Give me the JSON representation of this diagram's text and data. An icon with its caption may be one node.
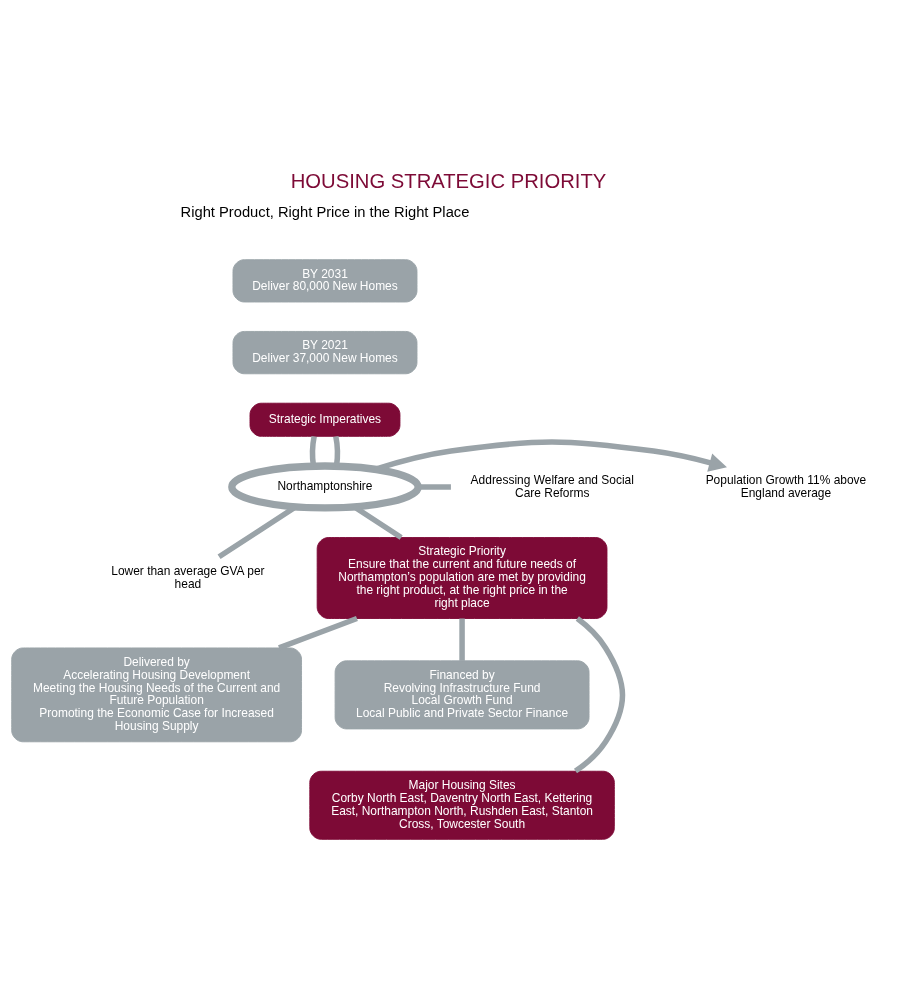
{
  "diagram": {
    "title": "HOUSING STRATEGIC PRIORITY",
    "nodes": [
      {
        "text": [
          "BY 2031",
          "Deliver 80,000 New Homes"
        ]
      },
      {
        "text": [
          "BY 2021",
          "Deliver 37,000 New Homes"
        ]
      },
      {
        "text": [
          "Strategic Imperatives"
        ]
      },
      {
        "text": [
          "Population Growth 11% above England average"
        ]
      },
      {
        "text": [
          "Northamptonshire"
        ]
      },
      {
        "text": [
          "Addressing Welfare and Social Care Reforms"
        ]
      },
      {
        "text": [
          "Lower than average GVA per head"
        ]
      },
      {
        "text": [
          "Strategic Priority",
          "Ensure that the current and future needs of Northampton’s population are met by providing the right product, at the right price in the right place"
        ]
      },
      {
        "text": [
          "Delivered by",
          "Accelerating Housing Development",
          "Meeting the Housing Needs of the Current and Future Population",
          "Promoting the Economic Case for Increased Housing Supply"
        ]
      },
      {
        "text": [
          "Financed by",
          "Revolving Infrastructure Fund",
          "Local Growth Fund",
          "Local Public and Private Sector Finance"
        ]
      },
      {
        "text": [
          "Major Housing Sites",
          "Corby North East, Daventry North East, Kettering East, Northampton North, Rushden East, Stanton Cross, Towcester South"
        ]
      }
    ],
    "edges": [
      {
        "from": 2,
        "to": 4,
        "arrow": "none"
      },
      {
        "from": 2,
        "to": 4,
        "arrow": "none"
      },
      {
        "from": 4,
        "to": 3,
        "arrow": "to"
      },
      {
        "from": 4,
        "to": 5,
        "arrow": "none"
      },
      {
        "from": 4,
        "to": 6,
        "arrow": "none"
      },
      {
        "from": 4,
        "to": 7,
        "arrow": "none"
      },
      {
        "from": 7,
        "to": 8,
        "arrow": "none"
      },
      {
        "from": 7,
        "to": 9,
        "arrow": "none"
      },
      {
        "from": 7,
        "to": 10,
        "arrow": "none"
      }
    ],
    "labels": [
      "Right Product, Right Price in the Right Place"
    ]
  }
}
